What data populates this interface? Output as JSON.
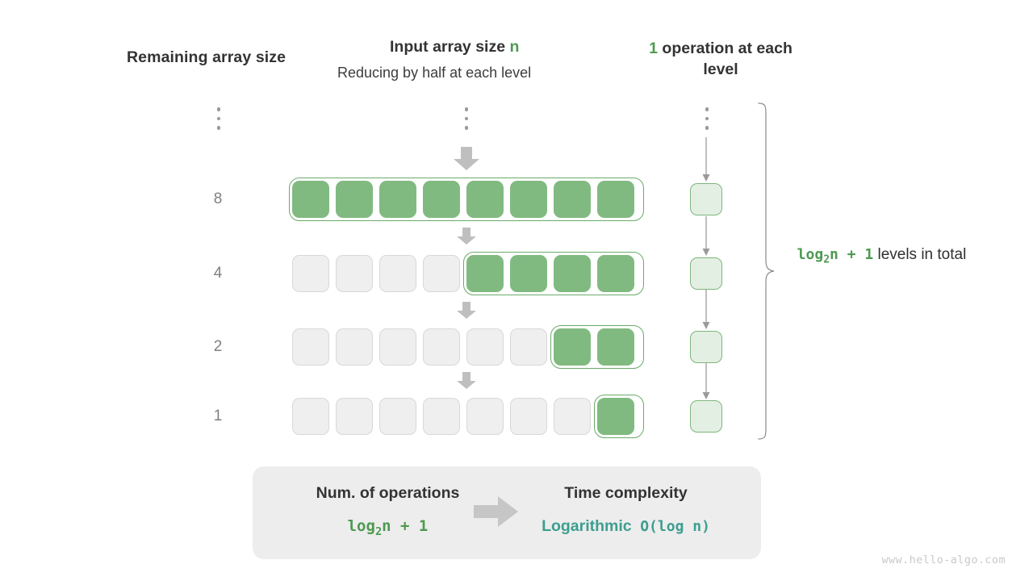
{
  "headings": {
    "remaining": "Remaining array size",
    "input_prefix": "Input array size",
    "input_var": "n",
    "input_sub": "Reducing by half at each level",
    "ops_count": "1",
    "ops_rest": "operation at each level"
  },
  "levels_note": {
    "formula_prefix": "log",
    "formula_sub": "2",
    "formula_suffix": "n + 1",
    "text": "levels in total"
  },
  "rows": [
    {
      "label": "8",
      "total_cells": 8,
      "active_from": 0,
      "active_count": 8
    },
    {
      "label": "4",
      "total_cells": 8,
      "active_from": 4,
      "active_count": 4
    },
    {
      "label": "2",
      "total_cells": 8,
      "active_from": 6,
      "active_count": 2
    },
    {
      "label": "1",
      "total_cells": 8,
      "active_from": 7,
      "active_count": 1
    }
  ],
  "ops_cells": [
    1,
    1,
    1,
    1
  ],
  "ellipsis": {
    "label": "dots",
    "dot_count": 3
  },
  "summary": {
    "left_title": "Num. of operations",
    "left_prefix": "log",
    "left_sub": "2",
    "left_suffix": "n + 1",
    "right_title": "Time complexity",
    "right_word": "Logarithmic",
    "right_notation": "O(log n)"
  },
  "watermark": "www.hello-algo.com",
  "colors": {
    "green_fill": "#81ba81",
    "green_border": "#6aab6a",
    "green_text": "#4e9a51",
    "pale_green_fill": "#e4efe3",
    "gray_cell": "#efefef",
    "gray_cell_border": "#d8d8d8",
    "arrow_gray": "#bfbfbf",
    "teal": "#3d9e8f",
    "panel_bg": "#ededed"
  }
}
